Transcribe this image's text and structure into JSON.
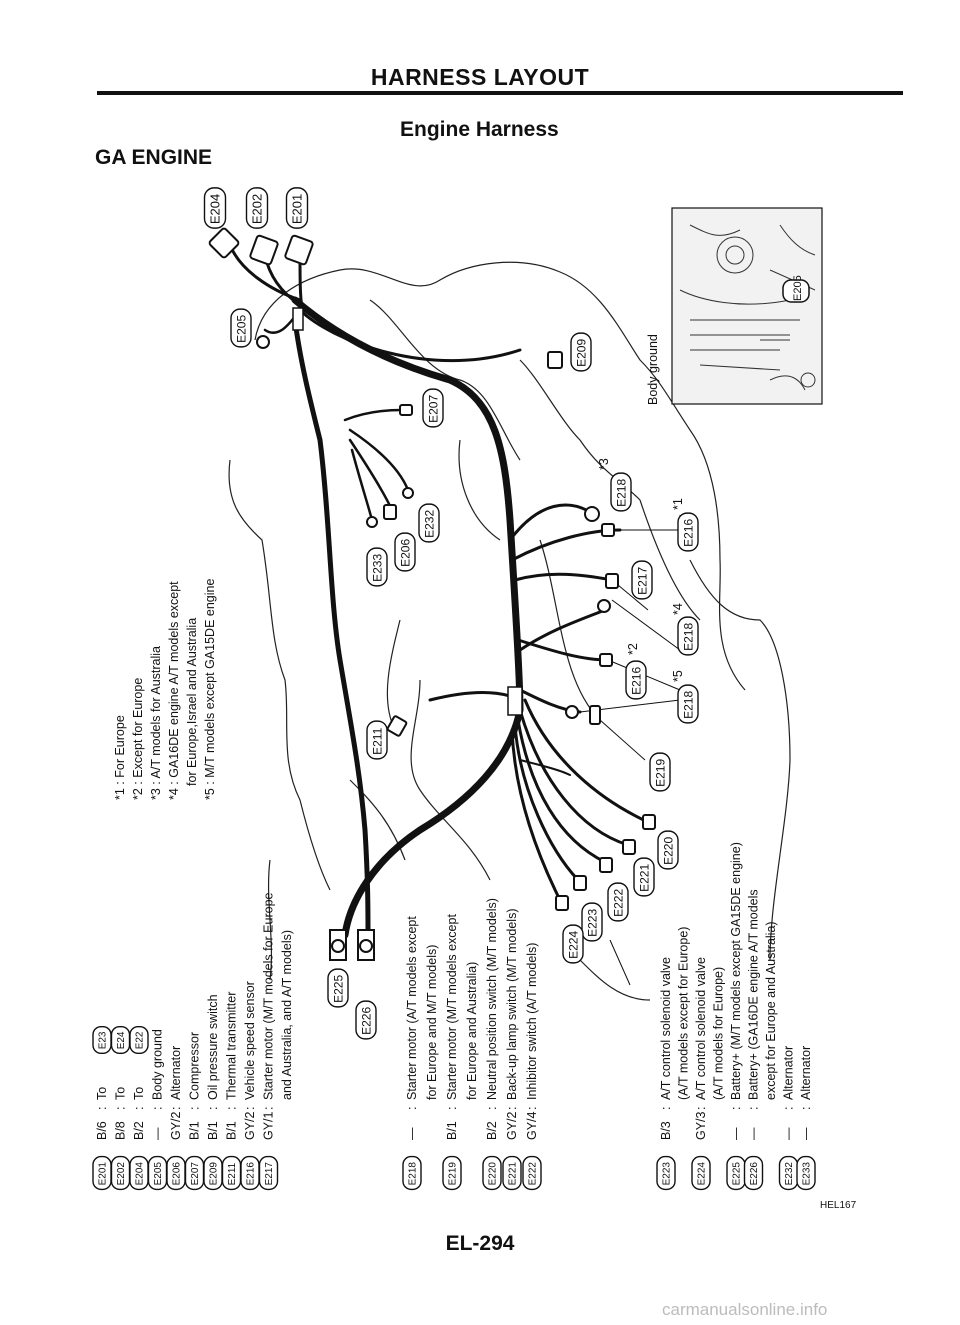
{
  "header": {
    "title": "HARNESS LAYOUT",
    "subtitle": "Engine Harness",
    "engine": "GA ENGINE"
  },
  "notes": [
    "*1 : For Europe",
    "*2 : Except for Europe",
    "*3 : A/T models for Australia",
    "*4 : GA16DE engine A/T models except",
    "for Europe,Israel and Australia",
    "*5 : M/T models except GA15DE engine"
  ],
  "top_connectors": [
    "E204",
    "E202",
    "E201"
  ],
  "connector_tags": {
    "e205": "E205",
    "e207": "E207",
    "e209": "E209",
    "e218a": "E218",
    "e216a": "E216",
    "e217": "E217",
    "e218b": "E218",
    "e216b": "E216",
    "e218c": "E218",
    "e219": "E219",
    "e220": "E220",
    "e221": "E221",
    "e222": "E222",
    "e223": "E223",
    "e224": "E224",
    "e225": "E225",
    "e226": "E226",
    "e211": "E211",
    "e233": "E233",
    "e206": "E206",
    "e232": "E232",
    "inset_e205": "E205"
  },
  "stars": {
    "s1": "*1",
    "s2": "*2",
    "s3": "*3",
    "s4": "*4",
    "s5": "*5"
  },
  "body_ground_label": "Body ground",
  "legend_col1": [
    {
      "code": "E201",
      "color": "B/6",
      "text": "To",
      "ref": "E23"
    },
    {
      "code": "E202",
      "color": "B/8",
      "text": "To",
      "ref": "E24"
    },
    {
      "code": "E204",
      "color": "B/2",
      "text": "To",
      "ref": "E22"
    },
    {
      "code": "E205",
      "color": "—",
      "text": "Body ground"
    },
    {
      "code": "E206",
      "color": "GY/2",
      "text": "Alternator"
    },
    {
      "code": "E207",
      "color": "B/1",
      "text": "Compressor"
    },
    {
      "code": "E209",
      "color": "B/1",
      "text": "Oil pressure switch"
    },
    {
      "code": "E211",
      "color": "B/1",
      "text": "Thermal transmitter"
    },
    {
      "code": "E216",
      "color": "GY/2",
      "text": "Vehicle speed sensor"
    },
    {
      "code": "E217",
      "color": "GY/1",
      "text": "Starter motor (M/T models for Europe",
      "text2": "and Australia, and A/T models)"
    }
  ],
  "legend_col2": [
    {
      "code": "E218",
      "color": "—",
      "text": "Starter motor (A/T models except",
      "text2": "for Europe and M/T models)"
    },
    {
      "code": "E219",
      "color": "B/1",
      "text": "Starter motor (M/T models except",
      "text2": "for Europe and Australia)"
    },
    {
      "code": "E220",
      "color": "B/2",
      "text": "Neutral position switch (M/T models)"
    },
    {
      "code": "E221",
      "color": "GY/2",
      "text": "Back-up lamp switch (M/T models)"
    },
    {
      "code": "E222",
      "color": "GY/4",
      "text": "Inhibitor switch (A/T models)"
    }
  ],
  "legend_col3": [
    {
      "code": "E223",
      "color": "B/3",
      "text": "A/T control solenoid valve",
      "text2": "(A/T models except for Europe)"
    },
    {
      "code": "E224",
      "color": "GY/3",
      "text": "A/T control solenoid valve",
      "text2": "(A/T models for Europe)"
    },
    {
      "code": "E225",
      "color": "—",
      "text": "Battery+ (M/T models except GA15DE engine)"
    },
    {
      "code": "E226",
      "color": "—",
      "text": "Battery+ (GA16DE engine A/T models",
      "text2": "except for Europe and Australia)"
    },
    {
      "code": "E232",
      "color": "—",
      "text": "Alternator"
    },
    {
      "code": "E233",
      "color": "—",
      "text": "Alternator"
    }
  ],
  "figure_code": "HEL167",
  "page_number": "EL-294",
  "watermark": "carmanualsonline.info"
}
